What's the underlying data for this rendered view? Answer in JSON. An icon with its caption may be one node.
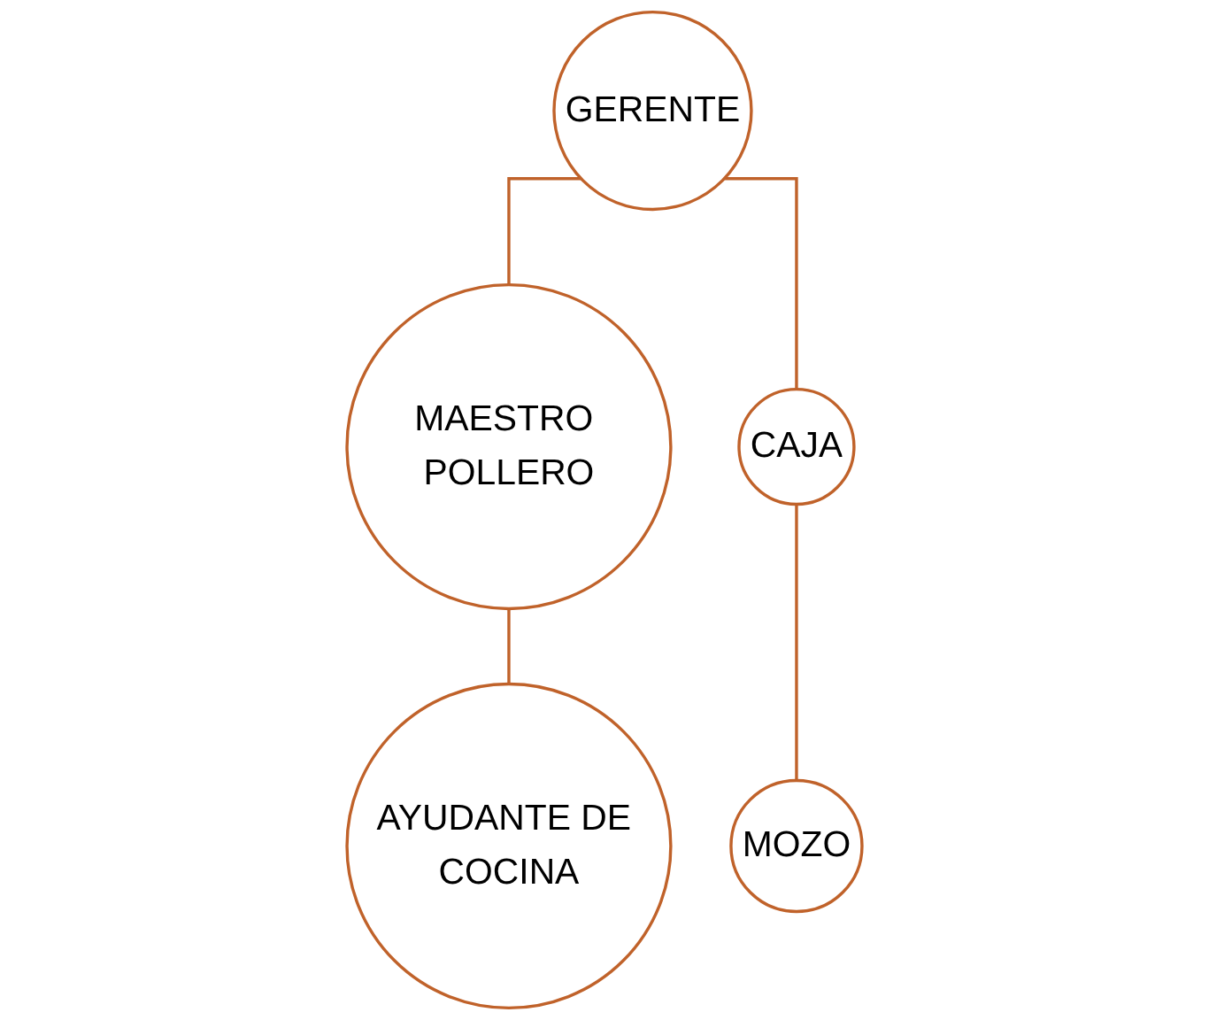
{
  "diagram": {
    "nodes": [
      {
        "text": [
          "GERENTE"
        ]
      },
      {
        "text": [
          "MAESTRO POLLERO"
        ]
      },
      {
        "text": [
          "CAJA"
        ]
      },
      {
        "text": [
          "AYUDANTE DE COCINA"
        ]
      },
      {
        "text": [
          "MOZO"
        ]
      }
    ],
    "edges": [
      {
        "from": 0,
        "to": 1,
        "arrow": "none"
      },
      {
        "from": 0,
        "to": 2,
        "arrow": "none"
      },
      {
        "from": 1,
        "to": 3,
        "arrow": "none"
      },
      {
        "from": 2,
        "to": 4,
        "arrow": "none"
      }
    ]
  }
}
